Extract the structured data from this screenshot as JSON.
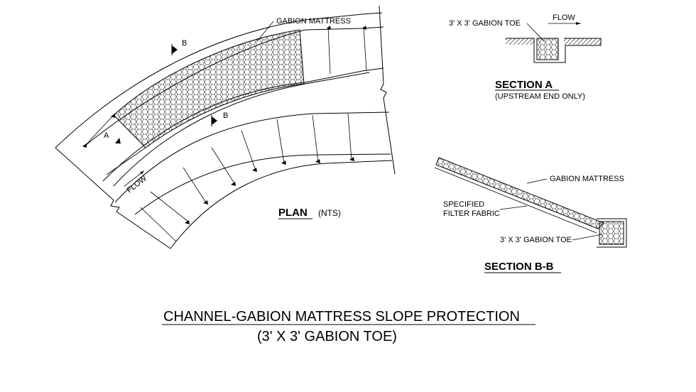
{
  "plan": {
    "gabion_label": "GABION MATTRESS",
    "section_marker_a": "A",
    "section_marker_b1": "B",
    "section_marker_b2": "B",
    "flow_label": "FLOW",
    "plan_title": "PLAN",
    "plan_note": "(NTS)"
  },
  "section_a": {
    "toe_label": "3' X 3' GABION TOE",
    "flow_label": "FLOW",
    "title": "SECTION A",
    "subtitle": "(UPSTREAM END ONLY)"
  },
  "section_bb": {
    "mattress_label": "GABION MATTRESS",
    "filter_line1": "SPECIFIED",
    "filter_line2": "FILTER FABRIC",
    "toe_label": "3' X 3' GABION TOE",
    "title": "SECTION B-B"
  },
  "drawing_title": {
    "line1": "CHANNEL-GABION MATTRESS SLOPE PROTECTION",
    "line2": "(3' X 3' GABION TOE)"
  }
}
